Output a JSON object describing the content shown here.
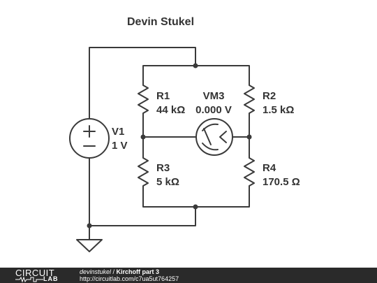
{
  "title": "Devin Stukel",
  "components": {
    "v1": {
      "name": "V1",
      "value": "1 V"
    },
    "r1": {
      "name": "R1",
      "value": "44 kΩ"
    },
    "r2": {
      "name": "R2",
      "value": "1.5 kΩ"
    },
    "r3": {
      "name": "R3",
      "value": "5 kΩ"
    },
    "r4": {
      "name": "R4",
      "value": "170.5 Ω"
    },
    "vm3": {
      "name": "VM3",
      "value": "0.000 V"
    }
  },
  "footer": {
    "logo_top": "CIRCUIT",
    "logo_bottom": "LAB",
    "author": "devinstukel",
    "separator": " / ",
    "project": "Kirchoff part 3",
    "url": "http://circuitlab.com/c7ua5ut764257"
  }
}
